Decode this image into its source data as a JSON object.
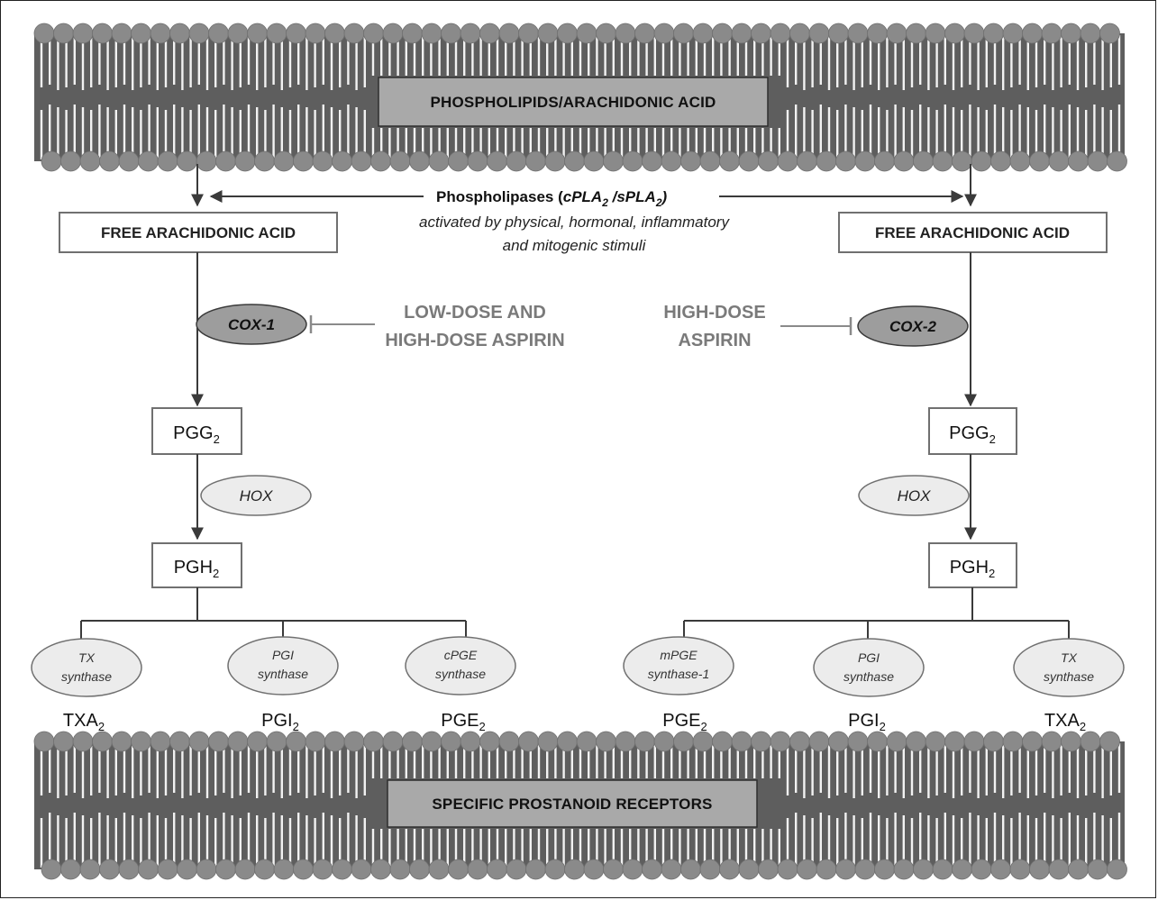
{
  "membranes": {
    "top_label": "PHOSPHOLIPIDS/ARACHIDONIC ACID",
    "bottom_label": "SPECIFIC PROSTANOID RECEPTORS"
  },
  "phospholipases": {
    "prefix": "Phospholipases (",
    "enzyme_a": "cPLA",
    "sub_a": "2",
    "slash": " /sPLA",
    "sub_b": "2",
    "suffix": ")",
    "line1": "activated by physical, hormonal, inflammatory",
    "line2": "and mitogenic stimuli"
  },
  "left": {
    "free_acid": "FREE ARACHIDONIC ACID",
    "cox": "COX-1",
    "inhibitor_line1": "LOW-DOSE AND",
    "inhibitor_line2": "HIGH-DOSE ASPIRIN",
    "pgg": "PGG",
    "pgg_sub": "2",
    "hox": "HOX",
    "pgh": "PGH",
    "pgh_sub": "2",
    "enzymes": [
      {
        "line1": "TX",
        "line2": "synthase"
      },
      {
        "line1": "PGI",
        "line2": "synthase"
      },
      {
        "line1": "cPGE",
        "line2": "synthase"
      }
    ],
    "products": [
      {
        "base": "TXA",
        "sub": "2"
      },
      {
        "base": "PGI",
        "sub": "2"
      },
      {
        "base": "PGE",
        "sub": "2"
      }
    ]
  },
  "right": {
    "free_acid": "FREE ARACHIDONIC ACID",
    "cox": "COX-2",
    "inhibitor_line1": "HIGH-DOSE",
    "inhibitor_line2": "ASPIRIN",
    "pgg": "PGG",
    "pgg_sub": "2",
    "hox": "HOX",
    "pgh": "PGH",
    "pgh_sub": "2",
    "enzymes": [
      {
        "line1": "mPGE",
        "line2": "synthase-1"
      },
      {
        "line1": "PGI",
        "line2": "synthase"
      },
      {
        "line1": "TX",
        "line2": "synthase"
      }
    ],
    "products": [
      {
        "base": "PGE",
        "sub": "2"
      },
      {
        "base": "PGI",
        "sub": "2"
      },
      {
        "base": "TXA",
        "sub": "2"
      }
    ]
  },
  "colors": {
    "membrane_bg": "#5e5e5e",
    "lipid_head": "#8a8a8a",
    "tail": "#f2f2f2",
    "label_box": "#a9a9a9",
    "cox_fill": "#9d9d9d",
    "ellipse_fill": "#ececec",
    "box_border": "#707070",
    "line": "#4a4a4a",
    "aspirin_text": "#7a7a7a"
  }
}
